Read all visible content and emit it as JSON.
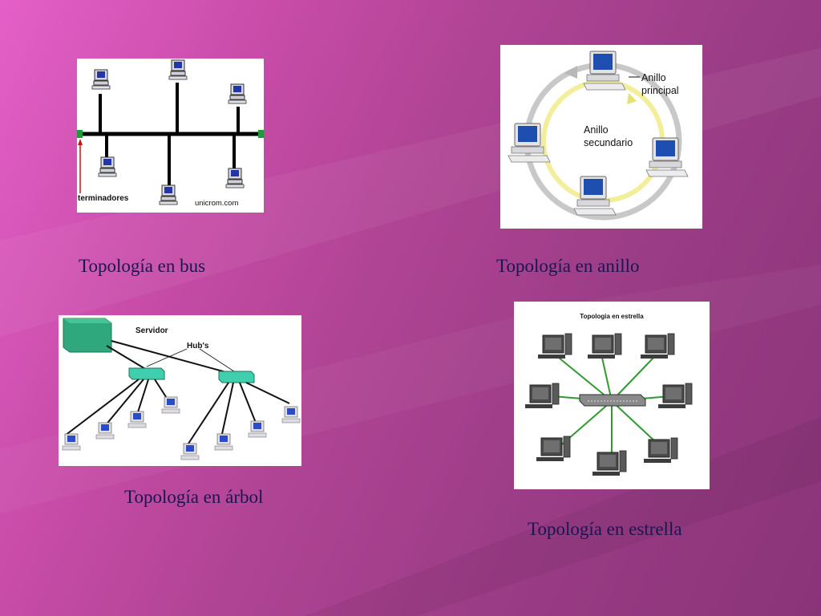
{
  "slide": {
    "background_colors": [
      "#e460c8",
      "#b04494",
      "#8a3478"
    ],
    "caption_color": "#1b1650"
  },
  "diagrams": {
    "bus": {
      "caption": "Topología en bus",
      "terminators_label": "terminadores",
      "watermark": "unicrom.com"
    },
    "ring": {
      "caption": "Topología en anillo",
      "primary_label_line1": "Anillo",
      "primary_label_line2": "principal",
      "secondary_label_line1": "Anillo",
      "secondary_label_line2": "secundario"
    },
    "tree": {
      "caption": "Topología en árbol",
      "server_label": "Servidor",
      "hubs_label": "Hub's"
    },
    "star": {
      "caption": "Topología en estrella",
      "title": "Topologia en estrella"
    }
  }
}
